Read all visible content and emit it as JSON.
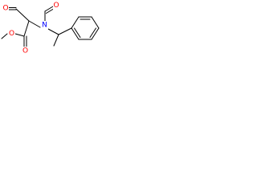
{
  "structure": {
    "atoms": {
      "formyl_oxygen": "O",
      "ring_side_oxygen": "O",
      "ester_carbonyl_oxygen": "O",
      "ester_oxygen": "O",
      "nitrogen": "N"
    },
    "colors": {
      "bond": "#000000",
      "oxygen": "#ff0000",
      "nitrogen": "#0000ff"
    }
  }
}
